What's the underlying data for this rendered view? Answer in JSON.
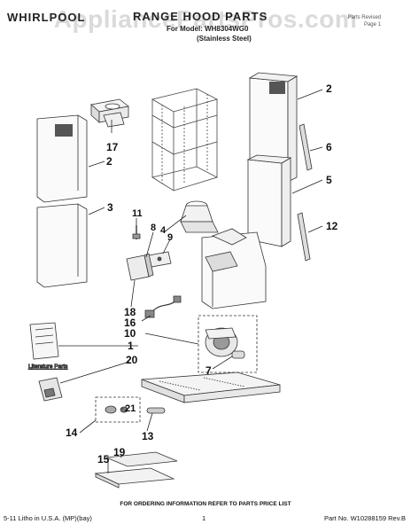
{
  "header": {
    "brand": "WHIRLPOOL",
    "title": "RANGE HOOD PARTS",
    "model": "For Model: WH8304WG0",
    "finish": "(Stainless Steel)",
    "corner_line1": "Parts Revised",
    "corner_line2": "Page 1"
  },
  "watermark": "AppliancePartsPros.com",
  "callouts": [
    "2",
    "17",
    "2",
    "6",
    "5",
    "3",
    "11",
    "8",
    "4",
    "9",
    "12",
    "18",
    "16",
    "10",
    "1",
    "20",
    "7",
    "21",
    "14",
    "13",
    "19",
    "15"
  ],
  "literature_label": "Literature Parts",
  "footer": {
    "note": "FOR ORDERING INFORMATION REFER TO PARTS PRICE LIST",
    "left": "5-11 Litho in U.S.A. (MP)(bay)",
    "page": "1",
    "right": "Part No. W10288159 Rev.B"
  }
}
